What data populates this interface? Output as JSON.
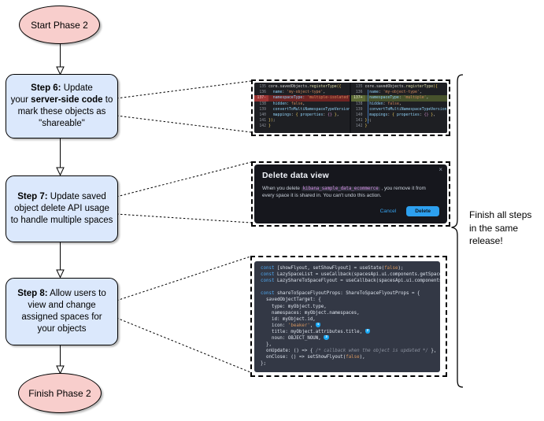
{
  "flowchart": {
    "start_label": "Start Phase 2",
    "finish_label": "Finish Phase 2",
    "brace_note": "Finish all steps\nin the same\nrelease!",
    "steps": [
      {
        "target": "step6-text",
        "segments": [
          [
            "b",
            "Step 6:"
          ],
          [
            "t",
            " Update\nyour "
          ],
          [
            "b",
            "server-side code"
          ],
          [
            "t",
            " to\nmark these objects as\n\"shareable\""
          ]
        ]
      },
      {
        "target": "step7-text",
        "segments": [
          [
            "b",
            "Step 7:"
          ],
          [
            "t",
            " Update saved\nobject delete API usage\nto handle multiple spaces"
          ]
        ]
      },
      {
        "target": "step8-text",
        "segments": [
          [
            "b",
            "Step 8:"
          ],
          [
            "t",
            " Allow users to\nview and change\nassigned spaces for\nyour objects"
          ]
        ]
      }
    ]
  },
  "diff_screenshot": {
    "left_pane": {
      "lines": [
        {
          "num": "135",
          "tokens": [
            [
              "pl",
              "core.savedObjects."
            ],
            [
              "fn",
              "registerType"
            ],
            [
              "br",
              "({"
            ]
          ]
        },
        {
          "num": "136",
          "tokens": [
            [
              "pr",
              "  name"
            ],
            [
              "pl",
              ": "
            ],
            [
              "st",
              "'my-object-type'"
            ],
            [
              "pl",
              ","
            ]
          ]
        },
        {
          "num": "137-",
          "type": "del",
          "tokens": [
            [
              "pr",
              "  namespaceType"
            ],
            [
              "pl",
              ": "
            ],
            [
              "st",
              "'multiple-isolated'"
            ],
            [
              "pl",
              ","
            ]
          ]
        },
        {
          "num": "138",
          "tokens": [
            [
              "pr",
              "  hidden"
            ],
            [
              "pl",
              ": "
            ],
            [
              "st",
              "false"
            ],
            [
              "pl",
              ","
            ]
          ]
        },
        {
          "num": "139",
          "tokens": [
            [
              "pr",
              "  convertToMultiNamespaceTypeVersion"
            ],
            [
              "pl",
              ": "
            ],
            [
              "st",
              "'"
            ]
          ]
        },
        {
          "num": "140",
          "tokens": [
            [
              "pr",
              "  mappings"
            ],
            [
              "pl",
              ": "
            ],
            [
              "br",
              "{ "
            ],
            [
              "pr",
              "properties"
            ],
            [
              "pl",
              ": "
            ],
            [
              "b2",
              "{}"
            ],
            [
              "br",
              " }"
            ],
            [
              "pl",
              ","
            ]
          ]
        },
        {
          "num": "141",
          "tokens": [
            [
              "br",
              "})"
            ],
            [
              "pl",
              ";"
            ]
          ]
        },
        {
          "num": "142",
          "tokens": [
            [
              "br",
              "}"
            ]
          ]
        }
      ]
    },
    "right_pane": {
      "lines": [
        {
          "num": "135",
          "tokens": [
            [
              "pl",
              "core.savedObjects."
            ],
            [
              "fn",
              "registerType"
            ],
            [
              "br",
              "({"
            ]
          ]
        },
        {
          "num": "136",
          "tokens": [
            [
              "pr",
              "  name"
            ],
            [
              "pl",
              ": "
            ],
            [
              "st",
              "'my-object-type'"
            ],
            [
              "pl",
              ","
            ]
          ]
        },
        {
          "num": "137+",
          "type": "add",
          "tokens": [
            [
              "pr",
              "  namespaceType"
            ],
            [
              "pl",
              ": "
            ],
            [
              "st",
              "'multiple'"
            ],
            [
              "pl",
              ","
            ]
          ]
        },
        {
          "num": "138",
          "tokens": [
            [
              "pr",
              "  hidden"
            ],
            [
              "pl",
              ": "
            ],
            [
              "st",
              "false"
            ],
            [
              "pl",
              ","
            ]
          ]
        },
        {
          "num": "139",
          "tokens": [
            [
              "pr",
              "  convertToMultiNamespaceTypeVersion"
            ],
            [
              "pl",
              ": "
            ],
            [
              "st",
              "'"
            ]
          ]
        },
        {
          "num": "140",
          "tokens": [
            [
              "pr",
              "  mappings"
            ],
            [
              "pl",
              ": "
            ],
            [
              "br",
              "{ "
            ],
            [
              "pr",
              "properties"
            ],
            [
              "pl",
              ": "
            ],
            [
              "b2",
              "{}"
            ],
            [
              "br",
              " }"
            ],
            [
              "pl",
              ","
            ]
          ]
        },
        {
          "num": "141",
          "tokens": [
            [
              "br",
              "})"
            ],
            [
              "pl",
              ";"
            ]
          ]
        },
        {
          "num": "142",
          "tokens": [
            [
              "br",
              "}"
            ]
          ]
        }
      ]
    }
  },
  "modal_screenshot": {
    "title": "Delete data view",
    "close_icon": "×",
    "body_pre": "When you delete ",
    "code_chip": "kibana_sample_data_ecommerce",
    "body_post": " , you remove it from every space it is shared in. You can't undo this action.",
    "cancel_label": "Cancel",
    "delete_label": "Delete"
  },
  "flyout_code_screenshot": {
    "lines": [
      {
        "tokens": [
          [
            "kw",
            "const"
          ],
          [
            "pl",
            " [showFlyout, setShowFlyout] = useState("
          ],
          [
            "st",
            "false"
          ],
          [
            "pl",
            ");"
          ]
        ]
      },
      {
        "tokens": [
          [
            "kw",
            "const"
          ],
          [
            "pl",
            " LazySpaceList = useCallback(spacesApi.ui.components.getSpaceList);"
          ]
        ]
      },
      {
        "tokens": [
          [
            "kw",
            "const"
          ],
          [
            "pl",
            " LazyShareToSpaceFlyout = useCallback(spacesApi.ui.components.getShareToSpaceFlyout);"
          ]
        ]
      },
      {
        "tokens": []
      },
      {
        "tokens": [
          [
            "kw",
            "const"
          ],
          [
            "pl",
            " shareToSpaceFlyoutProps: ShareToSpaceFlyoutProps = {"
          ]
        ]
      },
      {
        "tokens": [
          [
            "pl",
            "  savedObjectTarget: {"
          ]
        ]
      },
      {
        "tokens": [
          [
            "pl",
            "    type: myObject.type,"
          ]
        ]
      },
      {
        "tokens": [
          [
            "pl",
            "    namespaces: myObject.namespaces,"
          ]
        ]
      },
      {
        "tokens": [
          [
            "pl",
            "    id: myObject.id,"
          ]
        ]
      },
      {
        "tokens": [
          [
            "pl",
            "    icon: "
          ],
          [
            "st",
            "'beaker'"
          ],
          [
            "pl",
            ", "
          ],
          [
            "bd",
            "1"
          ]
        ]
      },
      {
        "tokens": [
          [
            "pl",
            "    title: myObject.attributes.title, "
          ],
          [
            "bd",
            "2"
          ]
        ]
      },
      {
        "tokens": [
          [
            "pl",
            "    noun: OBJECT_NOUN, "
          ],
          [
            "bd",
            "3"
          ]
        ]
      },
      {
        "tokens": [
          [
            "pl",
            "  },"
          ]
        ]
      },
      {
        "tokens": [
          [
            "pl",
            "  onUpdate: () => { "
          ],
          [
            "cm",
            "/* callback when the object is updated */"
          ],
          [
            "pl",
            " },"
          ]
        ]
      },
      {
        "tokens": [
          [
            "pl",
            "  onClose: () => setShowFlyout("
          ],
          [
            "st",
            "false"
          ],
          [
            "pl",
            "),"
          ]
        ]
      },
      {
        "tokens": [
          [
            "pl",
            "};"
          ]
        ]
      }
    ]
  },
  "colors": {
    "step_fill": "#dbe8fc",
    "terminal_fill": "#f8cecc",
    "primary_blue": "#36a2ef",
    "diff_deleted_bg": "#6f2423",
    "diff_added_bg": "#47522c"
  }
}
